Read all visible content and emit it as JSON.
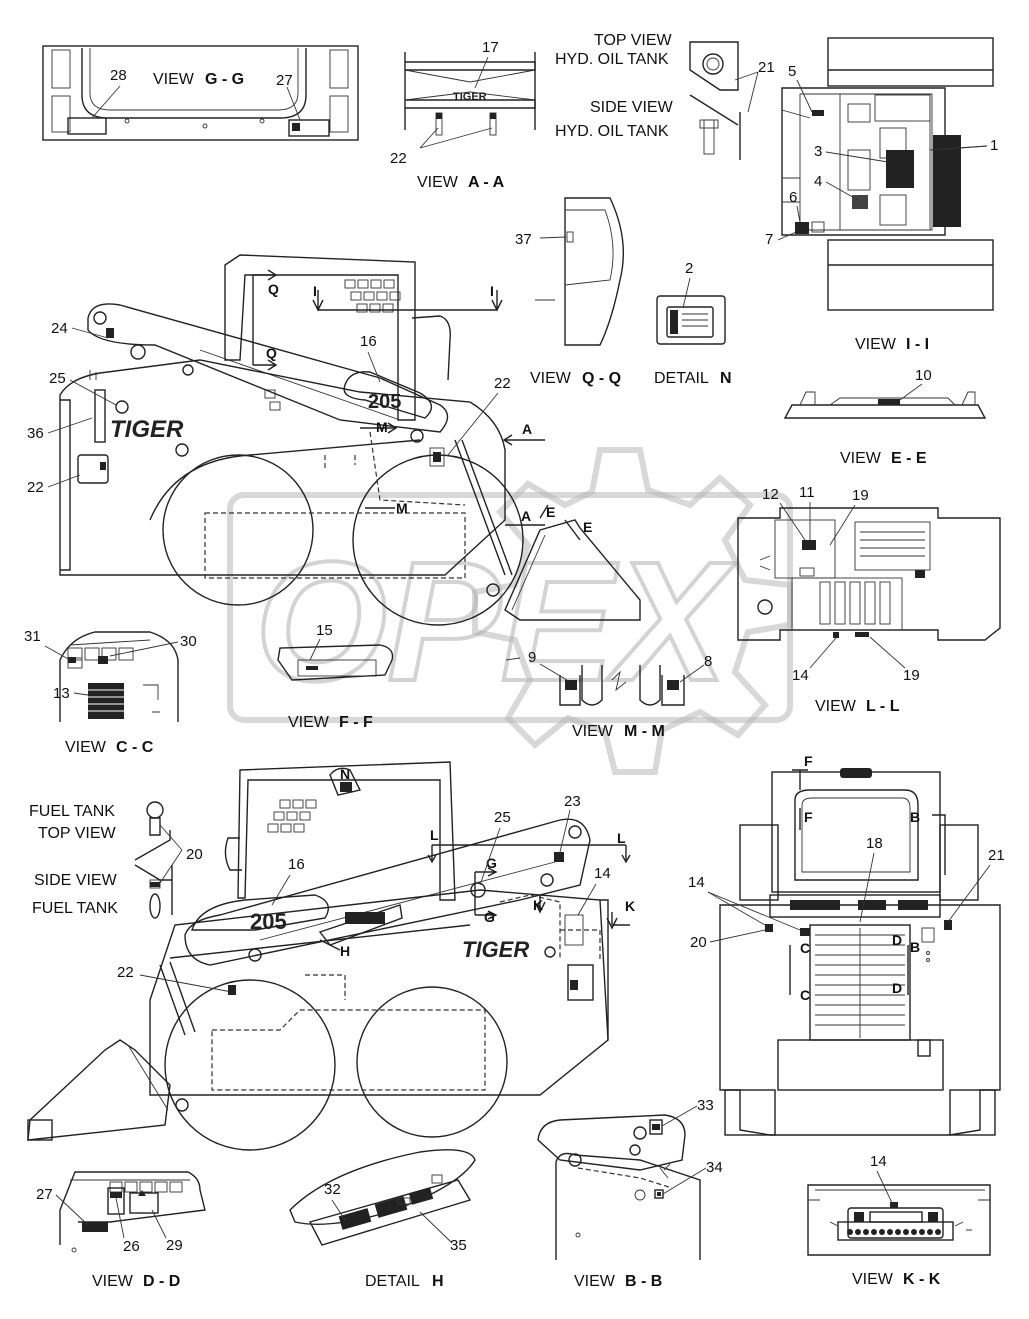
{
  "watermark": "OPEX",
  "callouts": {
    "c1": "1",
    "c2": "2",
    "c3": "3",
    "c4": "4",
    "c5": "5",
    "c6": "6",
    "c7": "7",
    "c8": "8",
    "c9": "9",
    "c10": "10",
    "c11": "11",
    "c12": "12",
    "c13": "13",
    "c14a": "14",
    "c14b": "14",
    "c14c": "14",
    "c14d": "14",
    "c15": "15",
    "c16a": "16",
    "c16b": "16",
    "c17": "17",
    "c18": "18",
    "c19a": "19",
    "c19b": "19",
    "c20a": "20",
    "c20b": "20",
    "c21a": "21",
    "c21b": "21",
    "c22a": "22",
    "c22b": "22",
    "c22c": "22",
    "c22d": "22",
    "c23": "23",
    "c24": "24",
    "c25a": "25",
    "c25b": "25",
    "c26": "26",
    "c27a": "27",
    "c27b": "27",
    "c28": "28",
    "c29": "29",
    "c30": "30",
    "c31": "31",
    "c32": "32",
    "c33": "33",
    "c34": "34",
    "c35": "35",
    "c36": "36",
    "c37": "37"
  },
  "captions": {
    "gg": {
      "prefix": "VIEW",
      "id": "G - G"
    },
    "aa": {
      "prefix": "VIEW",
      "id": "A - A"
    },
    "ii": {
      "prefix": "VIEW",
      "id": "I - I"
    },
    "qq": {
      "prefix": "VIEW",
      "id": "Q - Q"
    },
    "n": {
      "prefix": "DETAIL",
      "id": "N"
    },
    "ee": {
      "prefix": "VIEW",
      "id": "E - E"
    },
    "ll": {
      "prefix": "VIEW",
      "id": "L - L"
    },
    "cc": {
      "prefix": "VIEW",
      "id": "C - C"
    },
    "ff": {
      "prefix": "VIEW",
      "id": "F - F"
    },
    "mm": {
      "prefix": "VIEW",
      "id": "M - M"
    },
    "dd": {
      "prefix": "VIEW",
      "id": "D - D"
    },
    "h": {
      "prefix": "DETAIL",
      "id": "H"
    },
    "bb": {
      "prefix": "VIEW",
      "id": "B - B"
    },
    "kk": {
      "prefix": "VIEW",
      "id": "K - K"
    }
  },
  "notes": {
    "hyd_top_1": "TOP VIEW",
    "hyd_top_2": "HYD. OIL TANK",
    "hyd_side_1": "SIDE VIEW",
    "hyd_side_2": "HYD. OIL TANK",
    "fuel_top_1": "FUEL TANK",
    "fuel_top_2": "TOP VIEW",
    "fuel_side_1": "SIDE VIEW",
    "fuel_side_2": "FUEL TANK"
  },
  "section_marks": {
    "Q1": "Q",
    "Q2": "Q",
    "I1": "I",
    "I2": "I",
    "M1": "M",
    "M2": "M",
    "A1": "A",
    "A2": "A",
    "E1": "E",
    "E2": "E",
    "N": "N",
    "L1": "L",
    "L2": "L",
    "G1": "G",
    "G2": "G",
    "K1": "K",
    "K2": "K",
    "H": "H",
    "F1": "F",
    "F2": "F",
    "B1": "B",
    "B2": "B",
    "C1": "C",
    "C2": "C",
    "D1": "D",
    "D2": "D"
  },
  "decals": {
    "model_upper": "205",
    "model_lower": "205",
    "brand_upper": "TIGER",
    "brand_lower": "TIGER",
    "brand_small": "TIGER"
  }
}
